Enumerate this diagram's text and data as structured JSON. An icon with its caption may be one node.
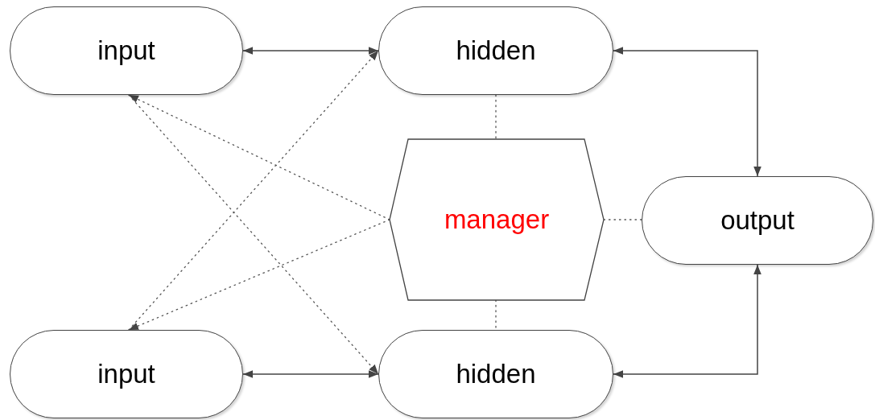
{
  "diagram": {
    "nodes": [
      {
        "text": [
          "input"
        ]
      },
      {
        "text": [
          "hidden"
        ]
      },
      {
        "text": [
          "manager"
        ]
      },
      {
        "text": [
          "output"
        ]
      },
      {
        "text": [
          "input"
        ]
      },
      {
        "text": [
          "hidden"
        ]
      }
    ],
    "edges": [
      {
        "from": 0,
        "to": 1,
        "arrow": "both"
      },
      {
        "from": 1,
        "to": 3,
        "arrow": "both"
      },
      {
        "from": 4,
        "to": 5,
        "arrow": "both"
      },
      {
        "from": 5,
        "to": 3,
        "arrow": "both"
      },
      {
        "from": 2,
        "to": 0,
        "arrow": "to",
        "style": "dashed"
      },
      {
        "from": 2,
        "to": 4,
        "arrow": "to",
        "style": "dashed"
      },
      {
        "from": 0,
        "to": 5,
        "arrow": "to",
        "style": "dashed"
      },
      {
        "from": 4,
        "to": 1,
        "arrow": "to",
        "style": "dashed"
      },
      {
        "from": 1,
        "to": 2,
        "arrow": "none",
        "style": "dashed"
      },
      {
        "from": 2,
        "to": 5,
        "arrow": "none",
        "style": "dashed"
      },
      {
        "from": 2,
        "to": 3,
        "arrow": "none",
        "style": "dashed"
      }
    ]
  }
}
